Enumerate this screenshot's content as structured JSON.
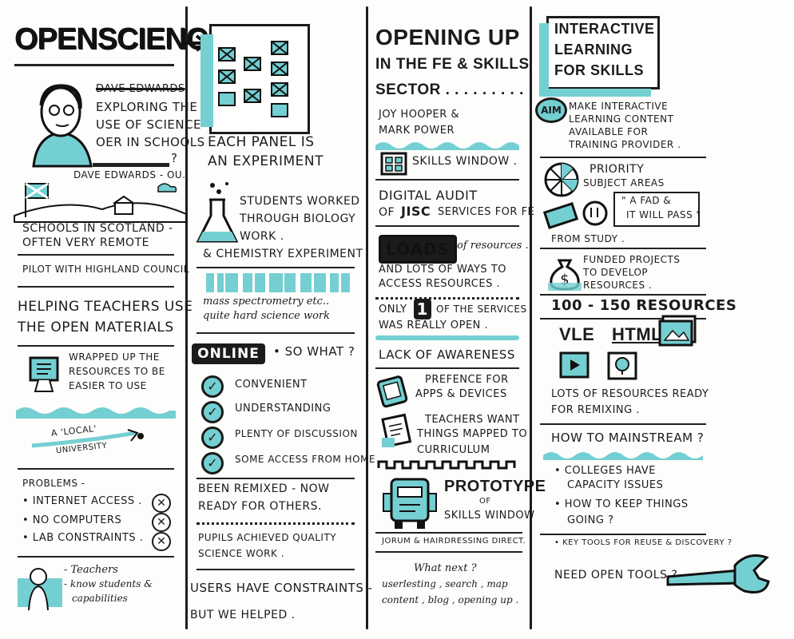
{
  "col1": {
    "title": "OPENSCIENCE",
    "crossed": "Dave Edwards",
    "intro": [
      "EXPLORING THE",
      "USE OF SCIENCE",
      "OER IN SCHOOLS",
      "?"
    ],
    "speaker": "DAVE EDWARDS - OU.",
    "schools": [
      "SCHOOLS IN SCOTLAND -",
      "OFTEN VERY REMOTE"
    ],
    "pilot": "PILOT WITH HIGHLAND COUNCIL",
    "helping": [
      "HELPING TEACHERS USE",
      "THE OPEN MATERIALS"
    ],
    "wrapped": [
      "WRAPPED UP THE",
      "RESOURCES TO BE",
      "EASIER TO USE"
    ],
    "local": [
      "A 'LOCAL'",
      "UNIVERSITY"
    ],
    "problems_title": "PROBLEMS -",
    "problems": [
      "• INTERNET ACCESS .",
      "• NO COMPUTERS",
      "• LAB CONSTRAINTS ."
    ],
    "teachers": [
      "- Teachers",
      "- know students &",
      "capabilities"
    ]
  },
  "col2": {
    "panel": [
      "EACH PANEL IS",
      "AN EXPERIMENT"
    ],
    "students": [
      "STUDENTS WORKED",
      "THROUGH BIOLOGY",
      "WORK ."
    ],
    "chem": "& CHEMISTRY EXPERIMENT",
    "mass": [
      "mass spectrometry etc..",
      "quite hard science work"
    ],
    "online": "ONLINE",
    "sowhat": "• SO WHAT ?",
    "benefits": [
      "CONVENIENT",
      "UNDERSTANDING",
      "PLENTY OF DISCUSSION",
      "SOME ACCESS FROM HOME"
    ],
    "remixed": [
      "BEEN REMIXED - NOW",
      "READY FOR OTHERS."
    ],
    "pupils": [
      "PUPILS ACHIEVED QUALITY",
      "SCIENCE WORK ."
    ],
    "users": [
      "USERS HAVE CONSTRAINTS  -",
      "BUT WE HELPED ."
    ]
  },
  "col3": {
    "title": [
      "OPENING UP",
      "IN THE FE & SKILLS",
      "SECTOR . . . . . . . . ."
    ],
    "speakers": [
      "JOY HOOPER &",
      "MARK POWER"
    ],
    "skills": "SKILLS WINDOW .",
    "digital": [
      "DIGITAL AUDIT",
      "OF",
      "JISC",
      "SERVICES FOR FE"
    ],
    "loads": "LOADS",
    "loads_rest": "of resources .",
    "lots": [
      "AND LOTS OF WAYS TO",
      "ACCESS RESOURCES ."
    ],
    "only": [
      "ONLY",
      "1",
      "OF THE SERVICES",
      "WAS REALLY OPEN ."
    ],
    "lack": "LACK OF AWARENESS",
    "pref": [
      "PREFENCE FOR",
      "APPS & DEVICES"
    ],
    "teach": [
      "TEACHERS WANT",
      "THINGS MAPPED TO",
      "CURRICULUM"
    ],
    "proto": [
      "PROTOTYPE",
      "OF",
      "SKILLS WINDOW"
    ],
    "jorum": "JORUM & HAIRDRESSING DIRECT.",
    "next": [
      "What next ?",
      "userlesting , search , map",
      "content , blog , opening up ."
    ]
  },
  "col4": {
    "title": [
      "INTERACTIVE",
      "LEARNING",
      "FOR SKILLS"
    ],
    "aim": "AIM",
    "aim_text": [
      "MAKE INTERACTIVE",
      "LEARNING CONTENT",
      "AVAILABLE FOR",
      "TRAINING PROVIDER ."
    ],
    "priority": [
      "PRIORITY",
      "SUBJECT AREAS"
    ],
    "fad": [
      "\" A FAD &",
      "IT WILL PASS \""
    ],
    "from": "FROM STUDY .",
    "funded": [
      "FUNDED PROJECTS",
      "TO DEVELOP",
      "RESOURCES ."
    ],
    "count": "100 - 150 RESOURCES",
    "vle": "VLE",
    "html": "HTML",
    "remix": [
      "LOTS OF RESOURCES READY",
      "FOR REMIXING ."
    ],
    "mainstream": "HOW TO MAINSTREAM ?",
    "points": [
      "• COLLEGES HAVE",
      "CAPACITY ISSUES",
      "• HOW TO KEEP THINGS",
      "GOING ?"
    ],
    "keytools": "• KEY TOOLS FOR REUSE & DISCOVERY ?",
    "need": "NEED OPEN TOOLS ?"
  },
  "colors": {
    "ink": "#1b1b1b",
    "teal": "#74cfd2",
    "paper": "#fdfdfb"
  }
}
